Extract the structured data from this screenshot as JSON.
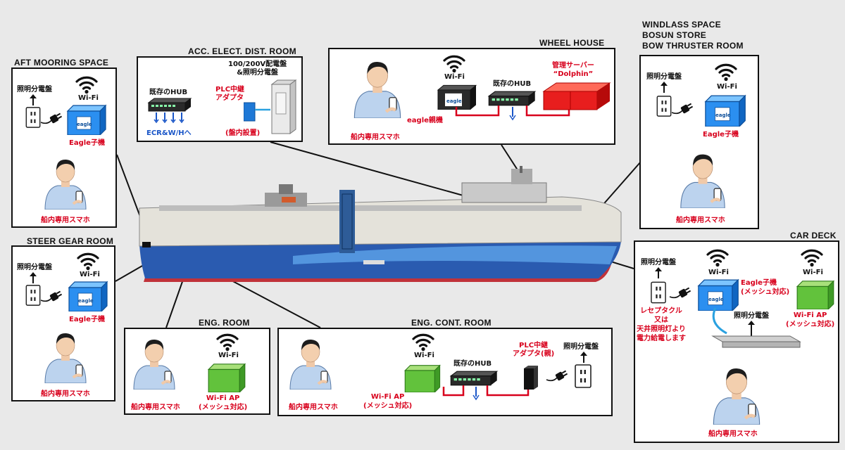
{
  "colors": {
    "accent_red": "#d8001c",
    "eagle_blue": "#1e8be8",
    "ap_green": "#5fc23a",
    "hull_blue": "#2a5bb0",
    "hull_red": "#c0323a"
  },
  "panels": {
    "aft_mooring": {
      "title": "AFT MOORING SPACE",
      "panel_label": "照明分電盤",
      "wifi": "Wi-Fi",
      "device": "Eagle子機",
      "phone": "船内専用スマホ",
      "brand": "eagle"
    },
    "steer_gear": {
      "title": "STEER GEAR ROOM",
      "panel_label": "照明分電盤",
      "wifi": "Wi-Fi",
      "device": "Eagle子機",
      "phone": "船内専用スマホ",
      "brand": "eagle"
    },
    "acc_elect": {
      "title": "ACC. ELECT. DIST. ROOM",
      "hub": "既存のHUB",
      "hub_note": "ECR&W/Hへ",
      "board": "100/200V配電盤\n&照明分電盤",
      "plc": "PLC中継\nアダプタ",
      "plc_note": "(盤内設置)"
    },
    "wheel_house": {
      "title": "WHEEL HOUSE",
      "wifi": "Wi-Fi",
      "brand": "eagle",
      "parent": "eagle親機",
      "hub": "既存のHUB",
      "server": "管理サーバー\n“Dolphin”",
      "phone": "船内専用スマホ"
    },
    "windlass": {
      "title": "WINDLASS SPACE\nBOSUN STORE\nBOW THRUSTER ROOM",
      "panel_label": "照明分電盤",
      "wifi": "Wi-Fi",
      "device": "Eagle子機",
      "phone": "船内専用スマホ",
      "brand": "eagle"
    },
    "car_deck": {
      "title": "CAR DECK",
      "panel_label": "照明分電盤",
      "wifi1": "Wi-Fi",
      "wifi2": "Wi-Fi",
      "device": "Eagle子機\n(メッシュ対応)",
      "ap": "Wi-Fi AP\n(メッシュ対応)",
      "receptacle": "レセプタクル\n又は\n天井照明灯より\n電力給電します",
      "light_panel": "照明分電盤",
      "phone": "船内専用スマホ",
      "brand": "eagle"
    },
    "eng_room": {
      "title": "ENG. ROOM",
      "wifi": "Wi-Fi",
      "ap": "Wi-Fi AP\n(メッシュ対応)",
      "phone": "船内専用スマホ"
    },
    "eng_cont": {
      "title": "ENG. CONT. ROOM",
      "wifi": "Wi-Fi",
      "ap": "Wi-Fi AP\n(メッシュ対応)",
      "hub": "既存のHUB",
      "plc": "PLC中継\nアダプタ(親)",
      "panel_label": "照明分電盤",
      "phone": "船内専用スマホ"
    }
  }
}
